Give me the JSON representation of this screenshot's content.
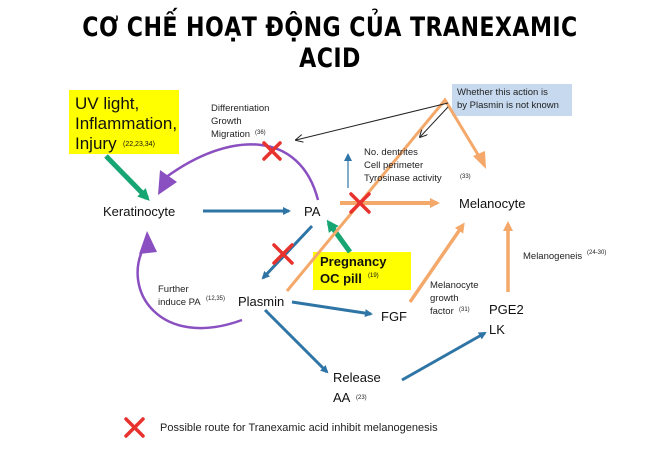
{
  "title": "CƠ CHẾ HOẠT ĐỘNG CỦA TRANEXAMIC ACID",
  "uv_box": {
    "line1": "UV light,",
    "line2": "Inflammation,",
    "line3": "Injury",
    "ref": "(22,23,34)"
  },
  "nodes": {
    "keratinocyte": "Keratinocyte",
    "pa": "PA",
    "plasmin": "Plasmin",
    "melanocyte": "Melanocyte",
    "fgf": "FGF",
    "pge2": "PGE2",
    "lk": "LK",
    "release": "Release",
    "aa": "AA",
    "aa_ref": "(23)"
  },
  "labels": {
    "diff1": "Differentiation",
    "diff2": "Growth",
    "diff3": "Migration",
    "diff_ref": "(36)",
    "dent1": "No. dentrites",
    "dent2": "Cell perimeter",
    "dent3": "Tyrosinase activity",
    "dent_ref": "(33)",
    "further1": "Further",
    "further2": "induce PA",
    "further_ref": "(12,35)",
    "mgf1": "Melanocyte",
    "mgf2": "growth",
    "mgf3": "factor",
    "mgf_ref": "(31)",
    "melgen": "Melanogeneis",
    "melgen_ref": "(24-30)"
  },
  "pregnancy_box": {
    "line1": "Pregnancy",
    "line2": "OC pill",
    "ref": "(19)"
  },
  "note_box": {
    "line1": "Whether this action is",
    "line2": "by Plasmin is not known"
  },
  "legend": {
    "text": "Possible route for Tranexamic acid inhibit melanogenesis"
  },
  "colors": {
    "blue_arrow": "#2e75a6",
    "orange_arrow": "#f4a86a",
    "green_arrow": "#17a673",
    "purple_arrow": "#8a4fc0",
    "red_cross": "#e8322e"
  }
}
